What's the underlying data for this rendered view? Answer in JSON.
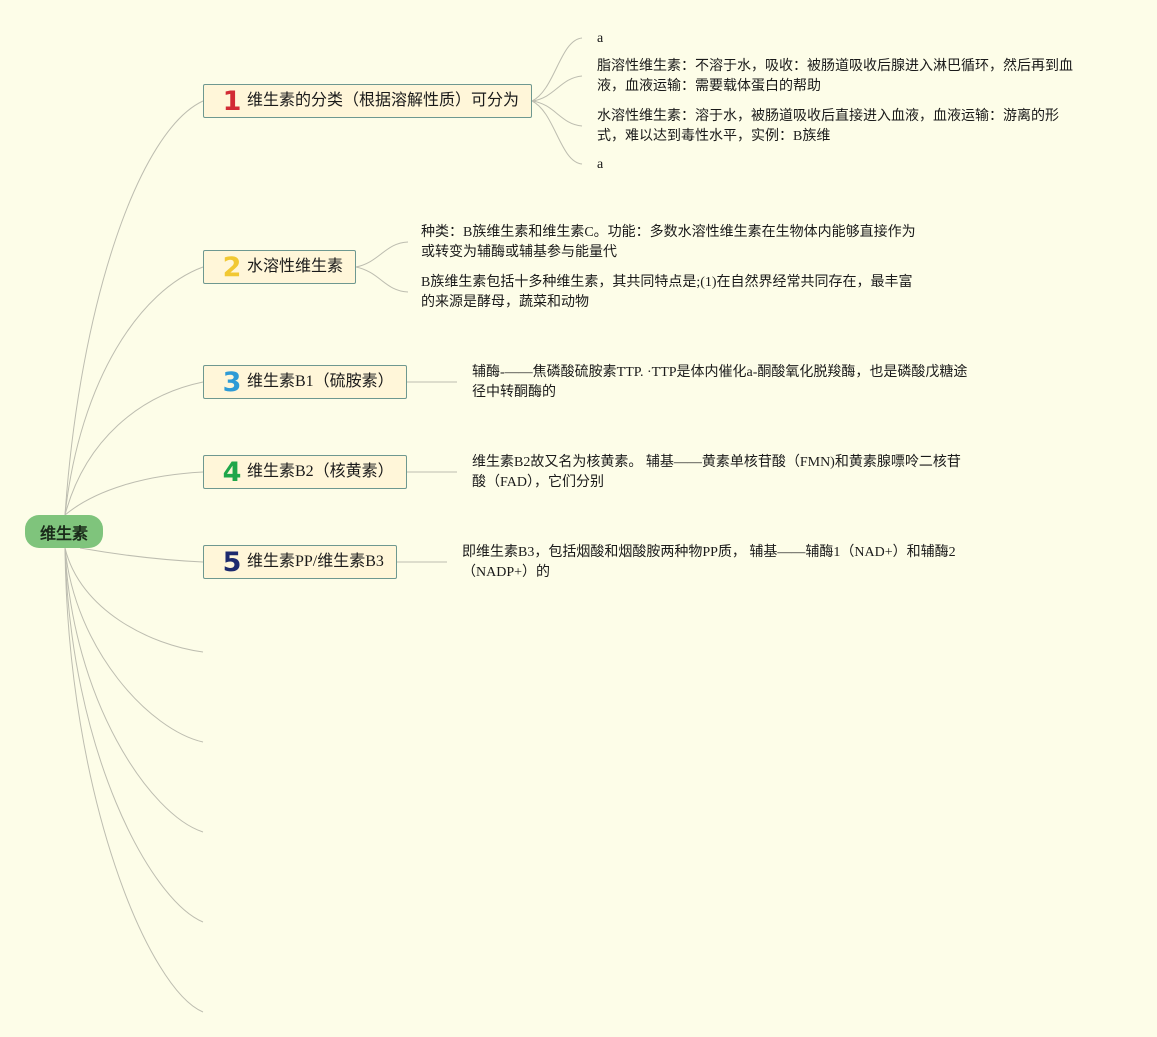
{
  "root": {
    "label": "维生素"
  },
  "colors": {
    "background": "#fdfde8",
    "root_fill": "#7fc47c",
    "topic_fill": "#fff6d9",
    "topic_border": "#6e9890",
    "connector": "#bdbdb0",
    "num1": "#d22b35",
    "num2": "#f1c833",
    "num3": "#2e9bd6",
    "num4": "#1fa64a",
    "num5": "#1d2a6e"
  },
  "topics": [
    {
      "num": "1",
      "label": "维生素的分类（根据溶解性质）可分为",
      "children": [
        "a",
        "脂溶性维生素：不溶于水，吸收：被肠道吸收后腺进入淋巴循环，然后再到血液，血液运输：需要载体蛋白的帮助",
        "水溶性维生素：溶于水，被肠道吸收后直接进入血液，血液运输：游离的形式，难以达到毒性水平，实例：B族维",
        "a"
      ]
    },
    {
      "num": "2",
      "label": "水溶性维生素",
      "children": [
        "种类：B族维生素和维生素C。功能：多数水溶性维生素在生物体内能够直接作为或转变为辅酶或辅基参与能量代",
        "B族维生素包括十多种维生素，其共同特点是;(1)在自然界经常共同存在，最丰富的来源是酵母，蔬菜和动物"
      ]
    },
    {
      "num": "3",
      "label": "维生素B1（硫胺素）",
      "children": [
        "辅酶-——焦磷酸硫胺素TTP. ·TTP是体内催化a-酮酸氧化脱羧酶，也是磷酸戊糖途径中转酮酶的"
      ]
    },
    {
      "num": "4",
      "label": "维生素B2（核黄素）",
      "children": [
        "维生素B2故又名为核黄素。 辅基——黄素单核苷酸（FMN)和黄素腺嘌呤二核苷酸（FAD），它们分别"
      ]
    },
    {
      "num": "5",
      "label": "维生素PP/维生素B3",
      "children": [
        "即维生素B3，包括烟酸和烟酸胺两种物PP质， 辅基——辅酶1（NAD+）和辅酶2（NADP+）的"
      ]
    }
  ]
}
